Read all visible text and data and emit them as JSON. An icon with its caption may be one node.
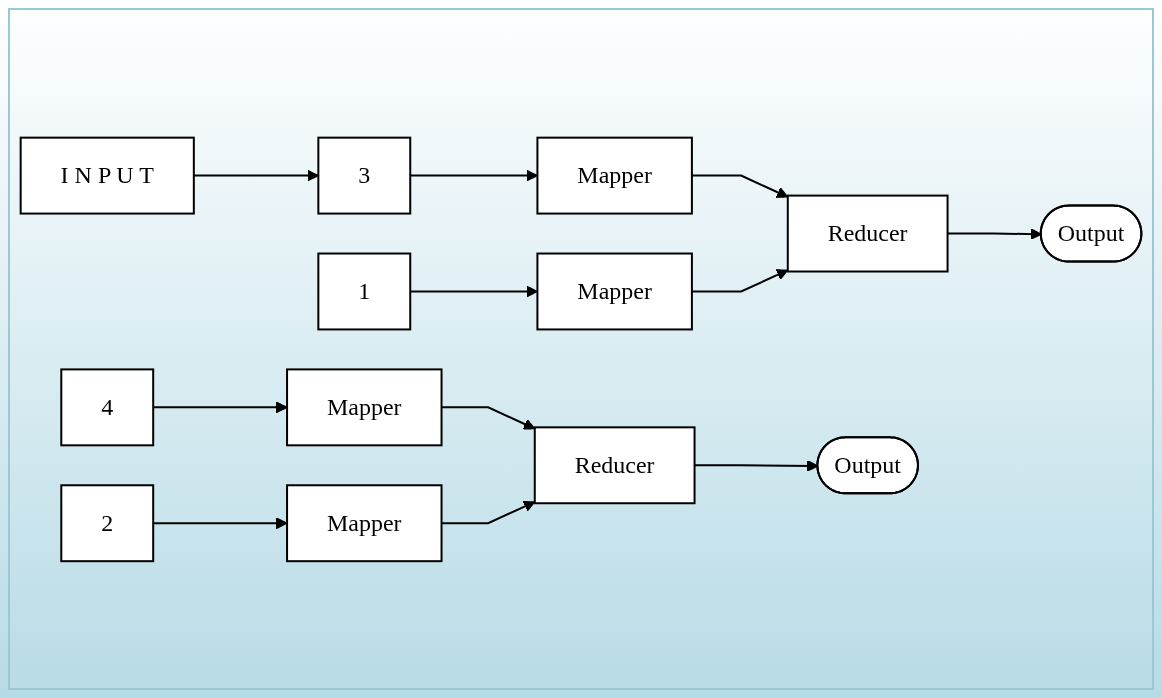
{
  "diagram": {
    "nodes": [
      {
        "text": [
          "I N P U T"
        ]
      },
      {
        "text": [
          "4"
        ]
      },
      {
        "text": [
          "3"
        ]
      },
      {
        "text": [
          "2"
        ]
      },
      {
        "text": [
          "1"
        ]
      },
      {
        "text": [
          "Mapper"
        ]
      },
      {
        "text": [
          "Mapper"
        ]
      },
      {
        "text": [
          "Mapper"
        ]
      },
      {
        "text": [
          "Mapper"
        ]
      },
      {
        "text": [
          "Reducer"
        ]
      },
      {
        "text": [
          "Reducer"
        ]
      },
      {
        "text": [
          "Output"
        ]
      },
      {
        "text": [
          "Output"
        ]
      }
    ],
    "edges": [
      {
        "from": 0,
        "to": 2,
        "arrow": "to"
      },
      {
        "from": 1,
        "to": 5,
        "arrow": "to"
      },
      {
        "from": 2,
        "to": 6,
        "arrow": "to"
      },
      {
        "from": 3,
        "to": 7,
        "arrow": "to"
      },
      {
        "from": 4,
        "to": 8,
        "arrow": "to"
      },
      {
        "from": 5,
        "to": 9,
        "arrow": "to"
      },
      {
        "from": 6,
        "to": 10,
        "arrow": "to"
      },
      {
        "from": 7,
        "to": 9,
        "arrow": "to"
      },
      {
        "from": 8,
        "to": 10,
        "arrow": "to"
      },
      {
        "from": 9,
        "to": 11,
        "arrow": "to"
      },
      {
        "from": 10,
        "to": 12,
        "arrow": "to"
      }
    ]
  }
}
